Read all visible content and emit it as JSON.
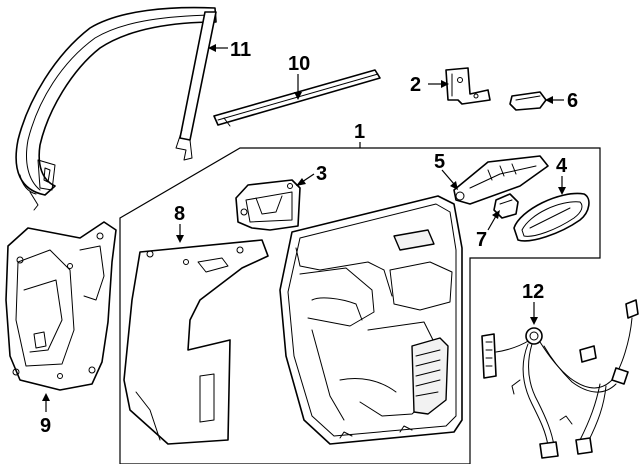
{
  "callouts": [
    {
      "id": "1",
      "label": "1",
      "part": "rear-door-trim-panel-assembly"
    },
    {
      "id": "2",
      "label": "2",
      "part": "hinge-bracket"
    },
    {
      "id": "3",
      "label": "3",
      "part": "inside-handle"
    },
    {
      "id": "4",
      "label": "4",
      "part": "handle-bezel"
    },
    {
      "id": "5",
      "label": "5",
      "part": "switch-assembly"
    },
    {
      "id": "6",
      "label": "6",
      "part": "clip"
    },
    {
      "id": "7",
      "label": "7",
      "part": "small-switch"
    },
    {
      "id": "8",
      "label": "8",
      "part": "water-deflector"
    },
    {
      "id": "9",
      "label": "9",
      "part": "module-panel"
    },
    {
      "id": "10",
      "label": "10",
      "part": "belt-weatherstrip"
    },
    {
      "id": "11",
      "label": "11",
      "part": "glass-run-channel"
    },
    {
      "id": "12",
      "label": "12",
      "part": "wiring-harness"
    }
  ]
}
